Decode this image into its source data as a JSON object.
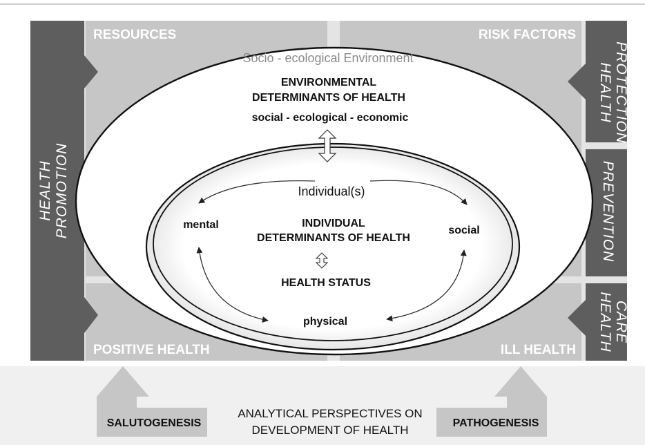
{
  "quadrants": {
    "top_left": "RESOURCES",
    "top_right": "RISK FACTORS",
    "bottom_left": "POSITIVE HEALTH",
    "bottom_right": "ILL HEALTH"
  },
  "left_bar": {
    "line1": "HEALTH",
    "line2": "PROMOTION"
  },
  "right_bars": {
    "protection": {
      "line1": "HEALTH",
      "line2": "PROTECTION"
    },
    "prevention": {
      "line1": "PREVENTION"
    },
    "care": {
      "line1": "HEALTH",
      "line2": "CARE"
    }
  },
  "outer_ellipse": {
    "title": "Socio - ecological Environment",
    "heading_line1": "ENVIRONMENTAL",
    "heading_line2": "DETERMINANTS OF HEALTH",
    "subtitle": "social - ecological - economic"
  },
  "inner_ellipse": {
    "title": "Individual(s)",
    "heading_line1": "INDIVIDUAL",
    "heading_line2": "DETERMINANTS OF HEALTH",
    "status": "HEALTH STATUS",
    "left": "mental",
    "right": "social",
    "bottom": "physical"
  },
  "bottom": {
    "left_arrow": "SALUTOGENESIS",
    "right_arrow": "PATHOGENESIS",
    "center_line1": "ANALYTICAL PERSPECTIVES ON",
    "center_line2": "DEVELOPMENT OF HEALTH"
  },
  "colors": {
    "light_gray": "#c6c6c6",
    "dark_gray": "#5e5e5e",
    "bottom_strip": "#f0f0f0",
    "title_gray": "#8a8a8a"
  }
}
